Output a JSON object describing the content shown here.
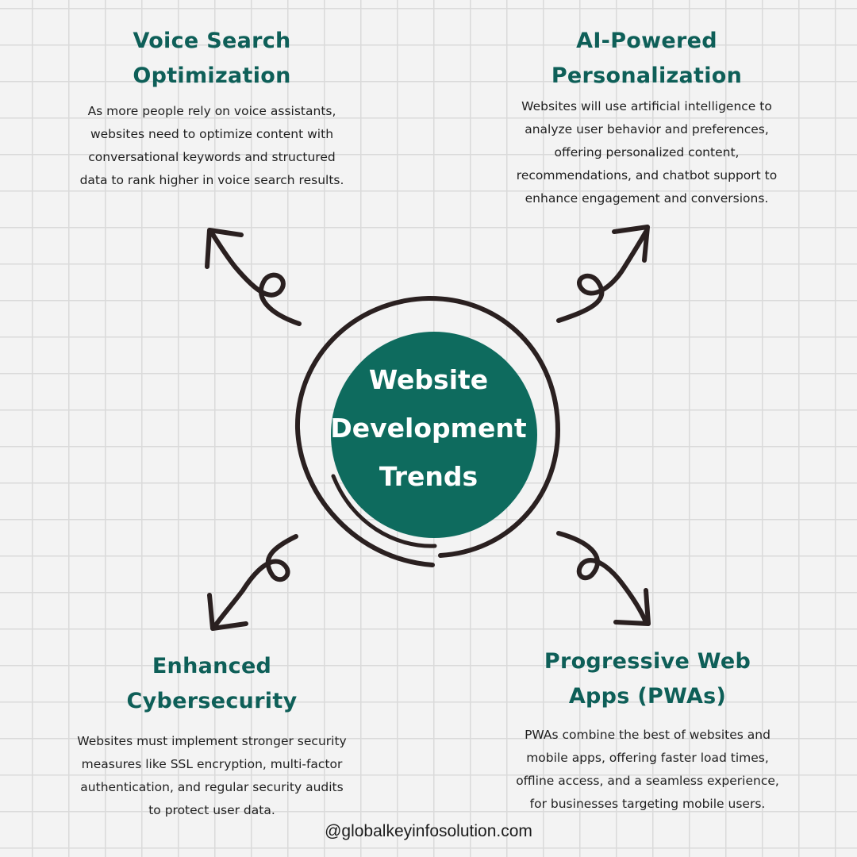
{
  "center": {
    "title_lines": [
      "Website",
      "Development",
      "Trends"
    ],
    "fill_color": "#0e6b5e",
    "ring_color": "#2a2020"
  },
  "sections": {
    "voice": {
      "title_lines": [
        "Voice Search",
        "Optimization"
      ],
      "body_lines": [
        "As more people rely on voice assistants,",
        "websites need to optimize content with",
        "conversational keywords and structured",
        "data to rank higher in voice search results."
      ]
    },
    "ai": {
      "title_lines": [
        "AI-Powered",
        "Personalization"
      ],
      "body_lines": [
        "Websites will use artificial intelligence to",
        "analyze user behavior and preferences,",
        "offering personalized content,",
        "recommendations, and chatbot support to",
        "enhance engagement and conversions."
      ]
    },
    "security": {
      "title_lines": [
        "Enhanced",
        "Cybersecurity"
      ],
      "body_lines": [
        "Websites must implement stronger security",
        "measures like SSL encryption, multi-factor",
        "authentication, and regular security audits",
        "to protect user data."
      ]
    },
    "pwa": {
      "title_lines": [
        "Progressive Web",
        "Apps (PWAs)"
      ],
      "body_lines": [
        "PWAs combine the best of websites and",
        "mobile apps, offering faster load times,",
        "offline access, and a seamless experience,",
        "for businesses targeting mobile users."
      ]
    }
  },
  "footer": {
    "handle": "@globalkeyinfosolution.com"
  },
  "colors": {
    "heading": "#0e5f58",
    "text": "#1f1f1f",
    "grid_line": "#dadada",
    "background": "#f3f3f3"
  }
}
